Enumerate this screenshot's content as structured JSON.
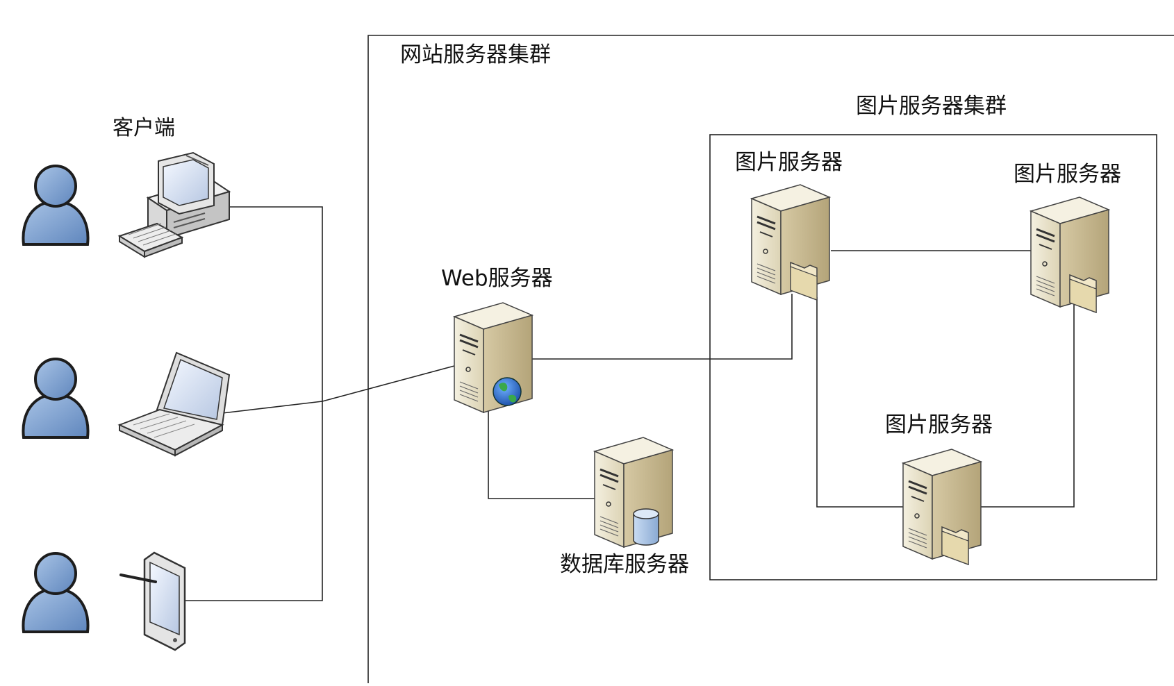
{
  "clusters": {
    "web": {
      "label": "网站服务器集群"
    },
    "image": {
      "label": "图片服务器集群"
    }
  },
  "clients": {
    "label": "客户端",
    "devices": [
      {
        "icon": "desktop-computer-icon"
      },
      {
        "icon": "laptop-icon"
      },
      {
        "icon": "tablet-icon"
      }
    ],
    "user_icon": "user-icon"
  },
  "servers": {
    "web": {
      "label": "Web服务器",
      "icon": "web-server-globe-icon"
    },
    "database": {
      "label": "数据库服务器",
      "icon": "database-server-icon"
    },
    "image_1": {
      "label": "图片服务器",
      "icon": "image-server-icon"
    },
    "image_2": {
      "label": "图片服务器",
      "icon": "image-server-icon"
    },
    "image_3": {
      "label": "图片服务器",
      "icon": "image-server-icon"
    }
  },
  "colors": {
    "user_fill": "#7ea4d3",
    "user_stroke": "#1d1d1d",
    "server_front": "#e9e3cb",
    "server_side": "#c8b994",
    "server_top": "#f3eedd",
    "line": "#222222"
  }
}
